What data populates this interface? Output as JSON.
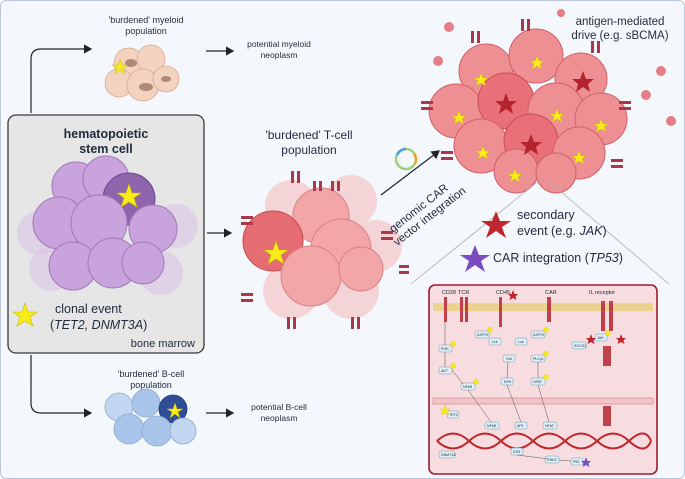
{
  "labels": {
    "myeloid_population_line1": "'burdened' myeloid",
    "myeloid_population_line2": "population",
    "myeloid_neoplasm_line1": "potential myeloid",
    "myeloid_neoplasm_line2": "neoplasm",
    "hsc_title_line1": "hematopoietic",
    "hsc_title_line2": "stem cell",
    "clonal_event": "clonal event",
    "clonal_genes_open": "(",
    "clonal_genes": "TET2, DNMT3A",
    "clonal_genes_close": ")",
    "bone_marrow": "bone marrow",
    "tcell_population_line1": "'burdened' T-cell",
    "tcell_population_line2": "population",
    "bcell_population_line1": "'burdened' B-cell",
    "bcell_population_line2": "population",
    "bcell_neoplasm_line1": "potential B-cell",
    "bcell_neoplasm_line2": "neoplasm",
    "car_integration_line1": "genomic CAR",
    "car_integration_line2": "vector integration",
    "antigen_drive_line1": "antigen-mediated",
    "antigen_drive_line2": "drive (e.g. sBCMA)",
    "secondary_event_line1": "secondary",
    "secondary_event_line2": "event (e.g. ",
    "secondary_event_gene": "JAK",
    "secondary_event_close": ")",
    "car_integration_event": "CAR integration (",
    "car_integration_gene": "TP53",
    "car_integration_close": ")"
  },
  "pathway": {
    "receptors": [
      "CD28",
      "TCR",
      "CD45",
      "CAR",
      "IL receptor"
    ],
    "nodes": [
      "PI3K",
      "AKT",
      "ZAP70",
      "Lck",
      "Lck",
      "ZAP70",
      "PLCy1",
      "Grb",
      "ERK",
      "NFAT",
      "NFkB",
      "SOCS1",
      "JAK",
      "TET2",
      "DNMT3A",
      "NFkB",
      "AP1",
      "NFAT",
      "ATM",
      "CHK2",
      "P53"
    ]
  },
  "colors": {
    "hsc_cells": "#c9a3dc",
    "tcell": "#f2a6a8",
    "bcell": "#a9c6ea",
    "myeloid": "#f3d2c0",
    "marrow_box": "#e6e6e6",
    "pathway_box": "#f7dce0",
    "pathway_border": "#9c1c2c",
    "star_clonal": "#f7ec1a",
    "star_secondary": "#c0262d",
    "star_car": "#7b4bc0"
  }
}
